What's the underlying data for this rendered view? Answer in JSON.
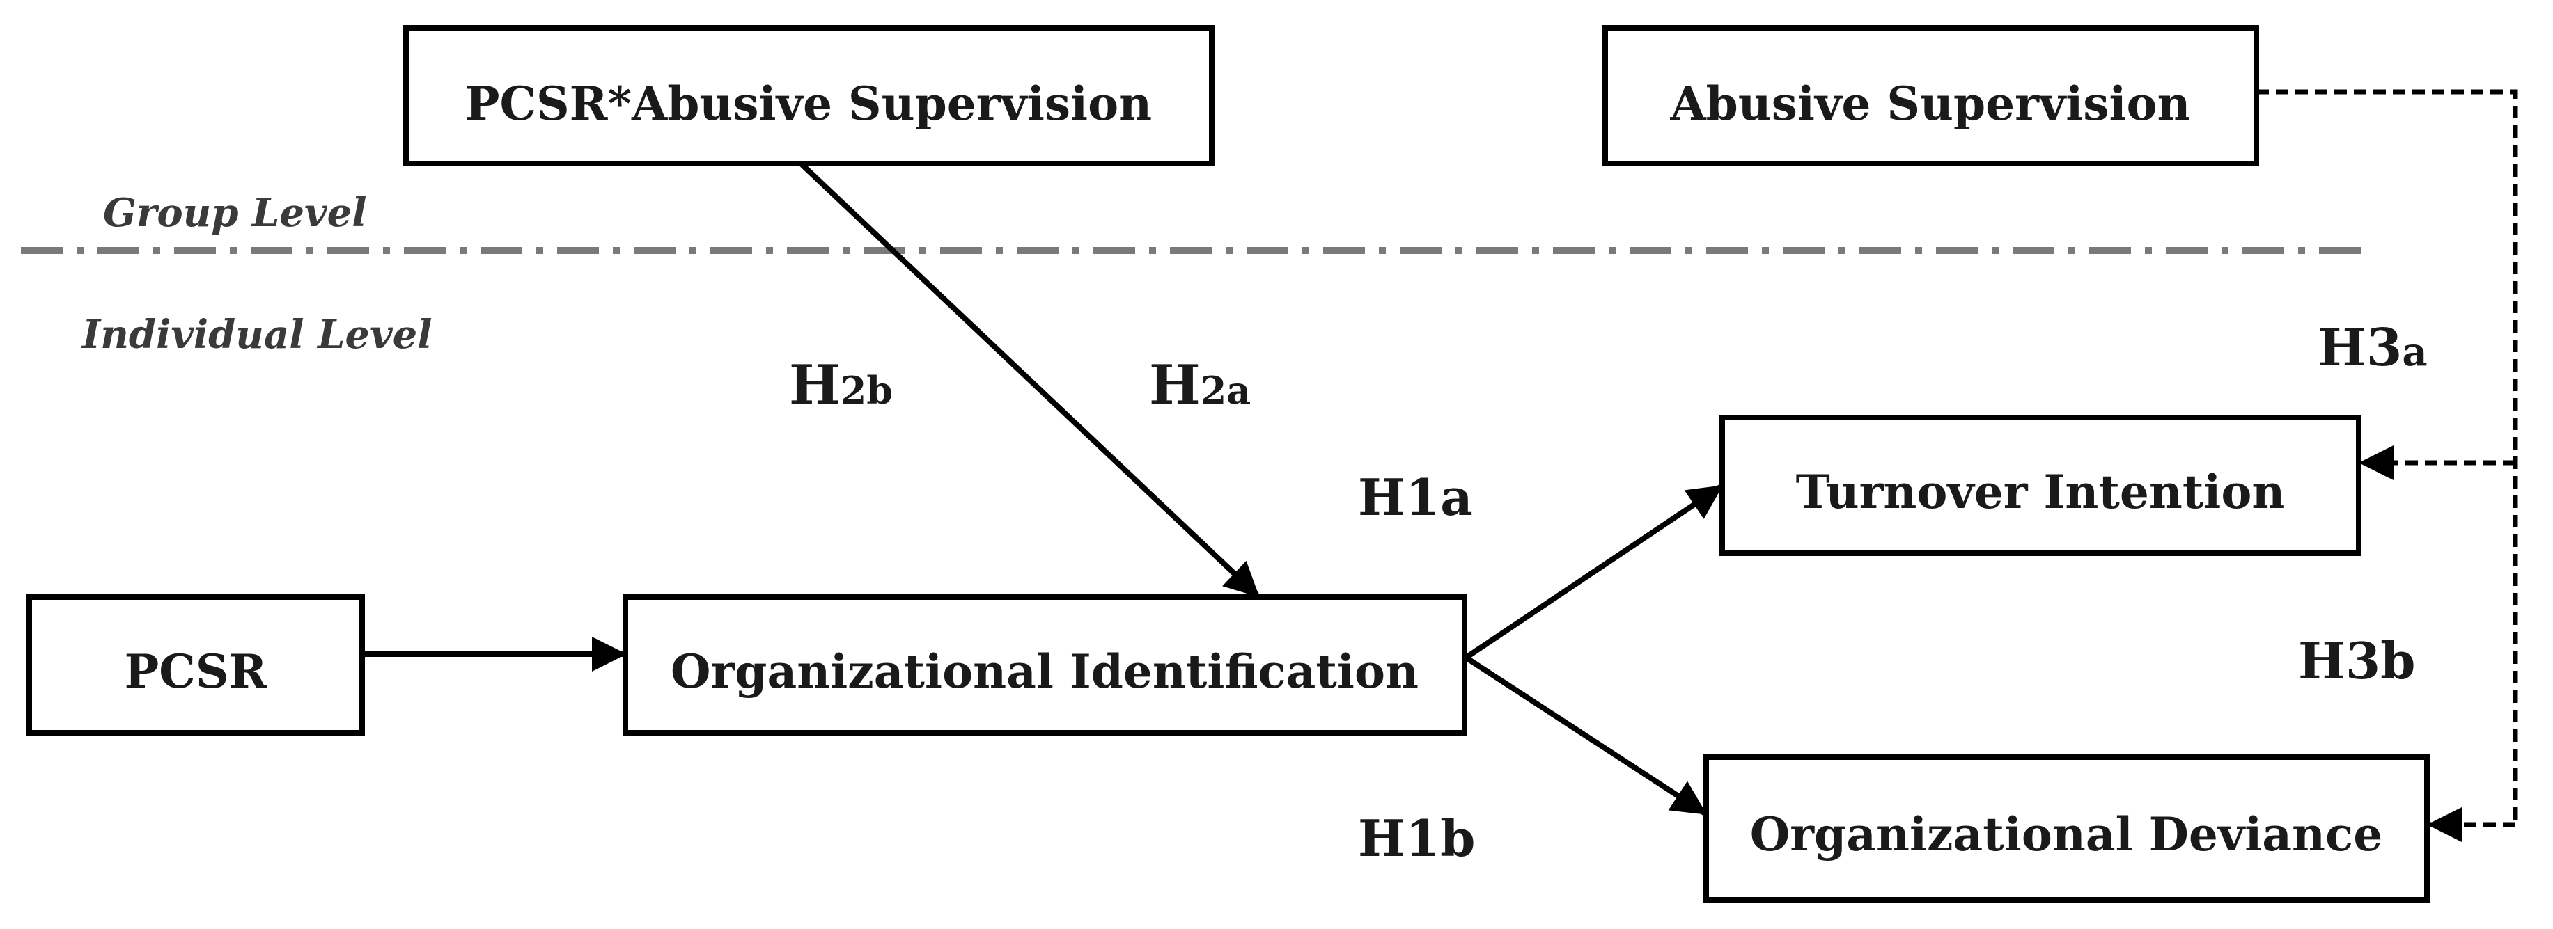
{
  "levels": {
    "group": "Group Level",
    "individual": "Individual Level"
  },
  "boxes": {
    "interaction": "PCSR*Abusive Supervision",
    "abusive": "Abusive Supervision",
    "pcsr": "PCSR",
    "org_id": "Organizational Identification",
    "turnover": "Turnover Intention",
    "deviance": "Organizational Deviance"
  },
  "hypotheses": {
    "h2b": {
      "main": "H",
      "sub": "2b"
    },
    "h2a": {
      "main": "H",
      "sub": "2a"
    },
    "h1a": "H1a",
    "h1b": "H1b",
    "h3a": {
      "main": "H3",
      "sub": "a"
    },
    "h3b": "H3b"
  },
  "colors": {
    "ink": "#000000",
    "level_line": "#7a7a7a"
  }
}
